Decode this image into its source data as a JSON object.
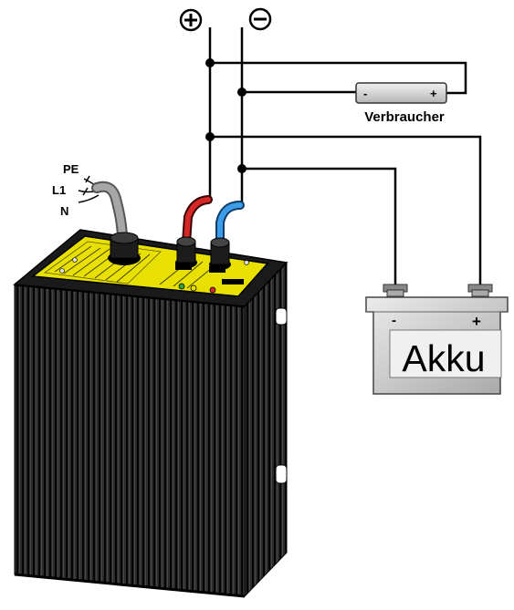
{
  "terminals": {
    "positive_symbol": "+",
    "negative_symbol": "−"
  },
  "load": {
    "label": "Verbraucher",
    "minus": "-",
    "plus": "+"
  },
  "battery": {
    "label": "Akku",
    "minus": "-",
    "plus": "+"
  },
  "mains": {
    "pe": "PE",
    "l1": "L1",
    "n": "N"
  },
  "colors": {
    "housing": "#1e1e1e",
    "label_plate": "#e8e000",
    "wire_positive": "#c81e1e",
    "wire_negative": "#2a8ad8",
    "mains_cable": "#9a9a9a",
    "battery_body": "#c8c8c8"
  }
}
